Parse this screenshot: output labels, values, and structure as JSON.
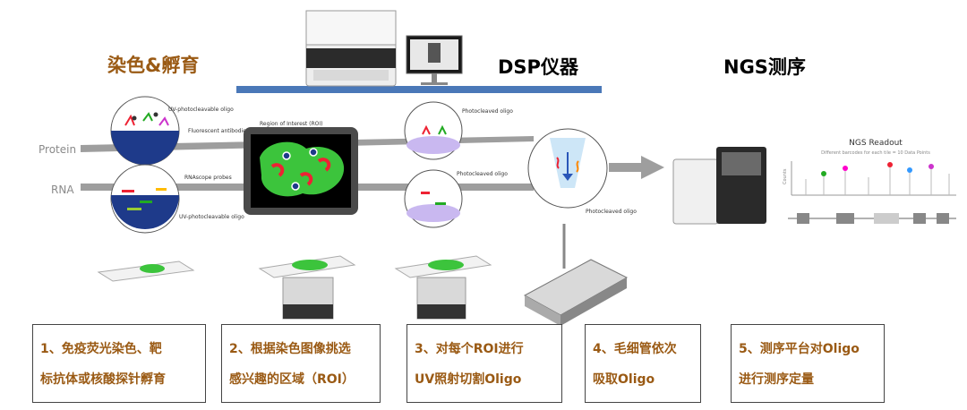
{
  "headings": {
    "stain": "染色&孵育",
    "dsp": "DSP仪器",
    "ngs": "NGS测序"
  },
  "tracks": {
    "protein": "Protein",
    "rna": "RNA"
  },
  "callouts": {
    "uv_cleavable_top": "UV-photocleavable oligo",
    "fluorescent_antibodies": "Fluorescent antibodies",
    "rnascope_probes": "RNAscope probes",
    "uv_cleavable_bottom": "UV-photocleavable oligo",
    "roi": "Region of Interest (ROI)",
    "photocleaved_top": "Photocleaved oligo",
    "photocleaved_bottom": "Photocleaved oligo",
    "photocleaved_tube": "Photocleaved oligo",
    "ngs_readout_title": "NGS Readout",
    "ngs_readout_sub": "Different barcodes for each tile = 10 Data Points",
    "counts_axis": "Counts"
  },
  "steps": [
    {
      "line1": "1、免疫荧光染色、靶",
      "line2": "标抗体或核酸探针孵育"
    },
    {
      "line1": "2、根据染色图像挑选",
      "line2": "感兴趣的区域（ROI）"
    },
    {
      "line1": "3、对每个ROI进行",
      "line2": "UV照射切割Oligo"
    },
    {
      "line1": "4、毛细管依次",
      "line2": "吸取Oligo"
    },
    {
      "line1": "5、测序平台对Oligo",
      "line2": "进行测序定量"
    }
  ],
  "colors": {
    "heading_accent": "#9a5a14",
    "blue_bar": "#4a78b8",
    "arrow_gray": "#9e9e9e",
    "tissue_green": "#3cc43c",
    "cell_blue": "#1e3a8a"
  }
}
